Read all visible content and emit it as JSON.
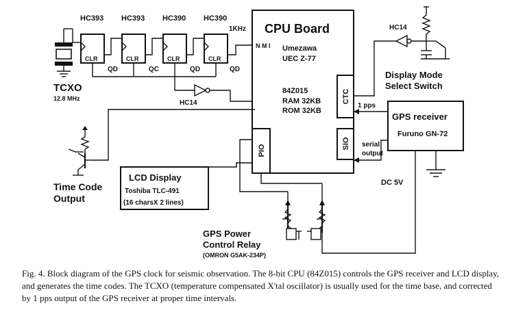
{
  "counters": {
    "chips": [
      "HC393",
      "HC393",
      "HC390",
      "HC390"
    ],
    "clr": "CLR",
    "outputs": [
      "QD",
      "QC",
      "QD",
      "QD"
    ],
    "out_freq": "1KHz"
  },
  "tcxo": {
    "label": "TCXO",
    "freq": "12.8 MHz"
  },
  "inverter_bottom": "HC14",
  "cpu": {
    "title": "CPU Board",
    "nmi": "N M I",
    "maker": "Umezawa",
    "model": "UEC  Z-77",
    "cpu_chip": "84Z015",
    "ram": "RAM 32KB",
    "rom": "ROM 32KB",
    "ctc": "CTC",
    "sio": "SIO",
    "pio": "PIO"
  },
  "display_mode": {
    "inverter": "HC14",
    "line1": "Display Mode",
    "line2": "Select Switch"
  },
  "gps": {
    "title": "GPS receiver",
    "model": "Furuno  GN-72",
    "pps": "1 pps",
    "serial1": "serial",
    "serial2": "output",
    "power": "DC 5V"
  },
  "lcd": {
    "title": "LCD Display",
    "model": "Toshiba  TLC-491",
    "spec": "(16 charsX 2 lines)"
  },
  "time_code": {
    "line1": "Time Code",
    "line2": "Output"
  },
  "relay": {
    "line1": "GPS Power",
    "line2": "Control Relay",
    "model": "(OMRON G5AK-234P)"
  },
  "caption": "Fig. 4.   Block diagram of the GPS clock for seismic observation.  The 8-bit CPU (84Z015) controls the GPS receiver and LCD display, and generates the time codes.  The TCXO (temperature compensated X'tal oscillator) is usually used for the time base, and corrected by 1 pps output of the GPS receiver at proper time intervals."
}
